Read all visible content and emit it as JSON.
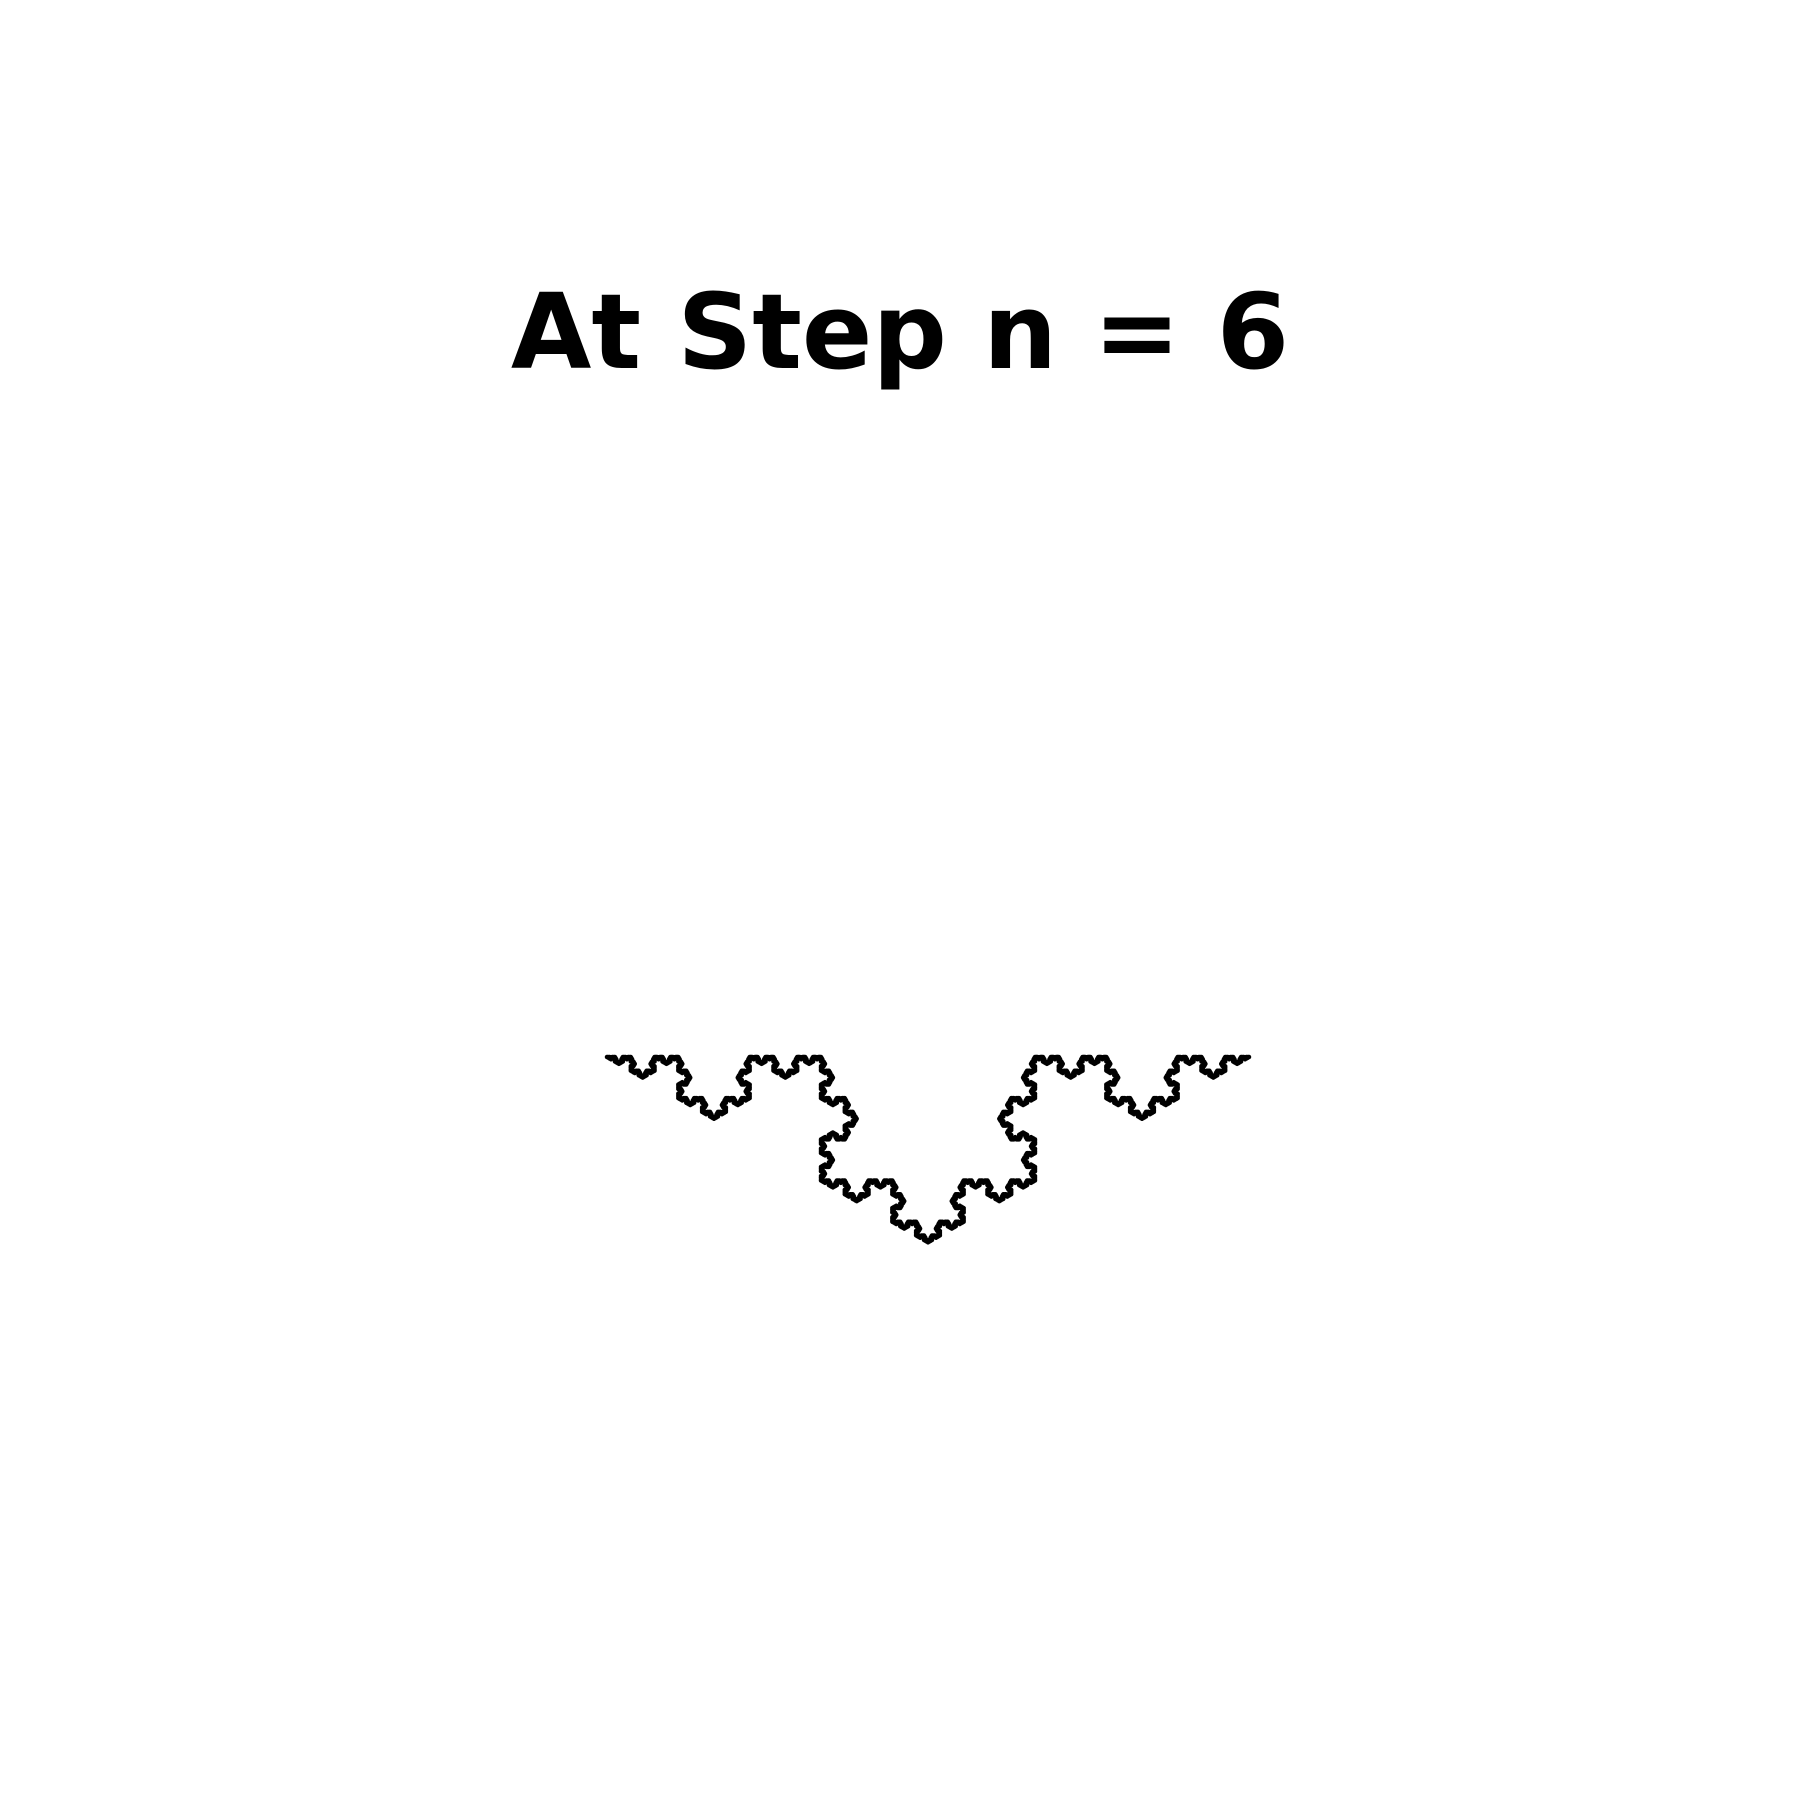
{
  "figure": {
    "title": "At Step n = 6"
  },
  "fractal": {
    "name": "koch-curve",
    "iterations": 6,
    "orientation": "pointing-down",
    "line_color": "#000000"
  }
}
